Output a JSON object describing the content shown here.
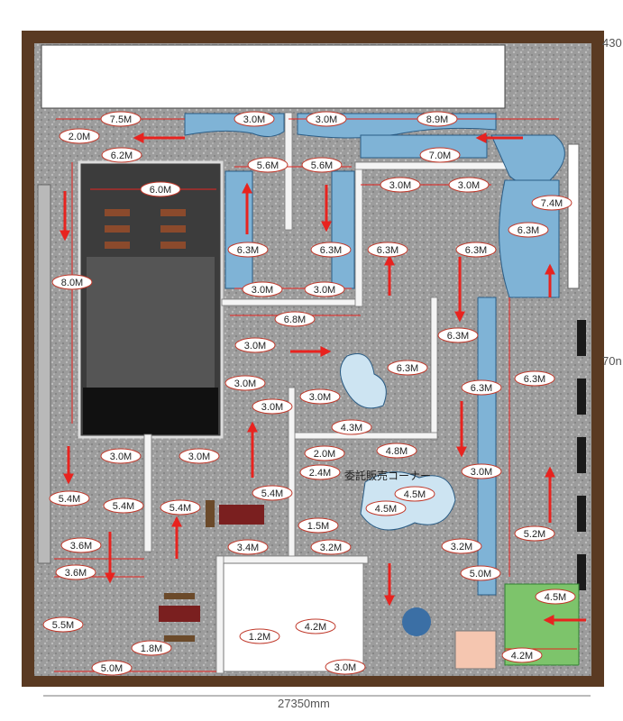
{
  "dimensions": {
    "width_label": "27350mm",
    "top_right_label": "430",
    "right_label": "70n"
  },
  "zone_label": "委託販売コーナー",
  "labels": [
    "7.5M",
    "3.0M",
    "3.0M",
    "8.9M",
    "2.0M",
    "6.2M",
    "5.6M",
    "5.6M",
    "7.0M",
    "6.0M",
    "3.0M",
    "3.0M",
    "7.4M",
    "6.3M",
    "6.3M",
    "6.3M",
    "6.3M",
    "6.3M",
    "8.0M",
    "3.0M",
    "3.0M",
    "6.8M",
    "6.3M",
    "3.0M",
    "6.3M",
    "6.3M",
    "6.3M",
    "3.0M",
    "3.0M",
    "3.0M",
    "4.3M",
    "3.0M",
    "3.0M",
    "2.0M",
    "4.8M",
    "2.4M",
    "5.4M",
    "5.4M",
    "5.4M",
    "5.4M",
    "4.5M",
    "4.5M",
    "3.0M",
    "1.5M",
    "3.6M",
    "3.4M",
    "3.2M",
    "3.2M",
    "3.6M",
    "5.2M",
    "5.0M",
    "4.5M",
    "5.5M",
    "1.2M",
    "4.2M",
    "1.8M",
    "4.2M",
    "5.0M",
    "3.0M"
  ],
  "colors": {
    "wall": "#5a3a22",
    "floor": "#9a9a9a",
    "shelf_blue": "#7fb3d6",
    "arrow": "#e8231f",
    "dark_room": "#3c3c3c",
    "green_area": "#7dc46b"
  }
}
